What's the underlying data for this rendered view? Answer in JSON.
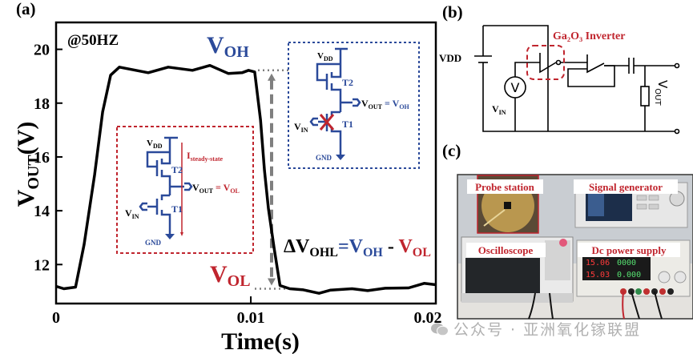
{
  "panels": {
    "a": {
      "label": "(a)",
      "frequency_note": "@50HZ",
      "voh_label": {
        "main": "V",
        "sub": "OH"
      },
      "vol_label": {
        "main": "V",
        "sub": "OL"
      },
      "delta_formula": {
        "delta": "ΔV",
        "delta_sub": "OHL",
        "eq": "=",
        "voh": "V",
        "voh_sub": "OH",
        "minus": " - ",
        "vol": "V",
        "vol_sub": "OL"
      },
      "inset_low": {
        "vdd": "V",
        "vdd_sub": "DD",
        "t2": "T2",
        "t1": "T1",
        "vout": "V",
        "vout_sub": "OUT",
        "eq": " = ",
        "vol": "V",
        "vol_sub": "OL",
        "vin": "V",
        "vin_sub": "IN",
        "gnd": "GND",
        "current": "I",
        "current_sub": "steady-state"
      },
      "inset_high": {
        "vdd": "V",
        "vdd_sub": "DD",
        "t2": "T2",
        "t1": "T1",
        "vout": "V",
        "vout_sub": "OUT",
        "eq": " = ",
        "voh": "V",
        "voh_sub": "OH",
        "vin": "V",
        "vin_sub": "IN",
        "gnd": "GND"
      }
    },
    "b": {
      "label": "(b)",
      "vdd": "VDD",
      "inverter_label": "Ga₂O₃ Inverter",
      "vin": "V",
      "vin_sub": "IN",
      "meter": "V",
      "vout": "V",
      "vout_sub": "OUT"
    },
    "c": {
      "label": "(c)",
      "photo_labels": [
        "Probe station",
        "Signal generator",
        "Oscilloscope",
        "Dc power supply"
      ],
      "psu_readouts": [
        "15.06",
        "0000",
        "15.03",
        "0.000"
      ]
    }
  },
  "watermark": "公众号 · 亚洲氧化镓联盟",
  "colors": {
    "blue": "#2b4a9a",
    "red": "#c0252e",
    "gray": "#7f7f7f",
    "black": "#000000"
  },
  "chart_data": {
    "type": "line",
    "title": "",
    "xlabel": "Time(s)",
    "ylabel": "V_OUT(V)",
    "xlim": [
      0,
      0.0195
    ],
    "ylim": [
      10.55,
      21.0
    ],
    "xticks": [
      0,
      0.01,
      0.02
    ],
    "xtick_labels": [
      "0",
      "0.01",
      "0.02"
    ],
    "yticks": [
      12,
      14,
      16,
      18,
      20
    ],
    "ytick_labels": [
      "12",
      "14",
      "16",
      "18",
      "20"
    ],
    "grid": false,
    "legend": "none",
    "annotations": [
      "@50HZ",
      "V_OH",
      "V_OL",
      "ΔV_OHL = V_OH - V_OL"
    ],
    "series": [
      {
        "name": "V_OUT",
        "x": [
          0,
          0.0004,
          0.001,
          0.00144,
          0.00198,
          0.00239,
          0.0028,
          0.00325,
          0.00473,
          0.00576,
          0.007,
          0.0079,
          0.00885,
          0.00955,
          0.00988,
          0.0102,
          0.0105,
          0.0107,
          0.0109,
          0.0112,
          0.0115,
          0.012,
          0.0127,
          0.0135,
          0.0141,
          0.0152,
          0.016,
          0.0169,
          0.0181,
          0.0189,
          0.0195
        ],
        "y": [
          11.19,
          11.1,
          11.16,
          12.75,
          15.34,
          17.67,
          19.04,
          19.34,
          19.13,
          19.34,
          19.22,
          19.4,
          19.1,
          19.13,
          19.22,
          19.16,
          17.37,
          15.5,
          14.09,
          12.6,
          11.22,
          11.1,
          11.06,
          10.93,
          11.05,
          11.1,
          11.03,
          11.12,
          11.13,
          11.3,
          11.25
        ]
      }
    ],
    "voh_level": 19.22,
    "vol_level": 11.1
  }
}
